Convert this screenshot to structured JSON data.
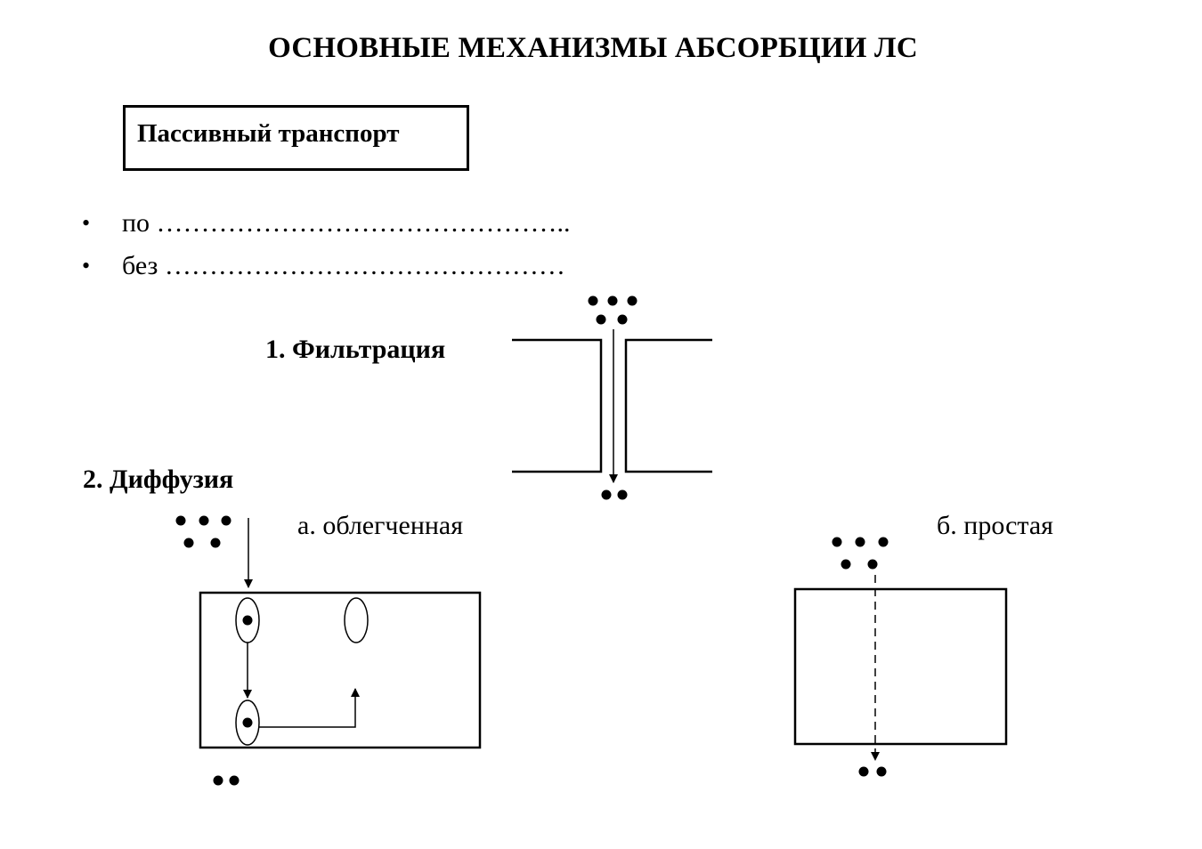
{
  "title": "ОСНОВНЫЕ МЕХАНИЗМЫ АБСОРБЦИИ ЛС",
  "passive_transport": {
    "label": "Пассивный транспорт"
  },
  "bullets": [
    {
      "marker": "•",
      "text": "по ……………………………………….."
    },
    {
      "marker": "•",
      "text": "без ………………………………………"
    }
  ],
  "filtration": {
    "label": "1. Фильтрация"
  },
  "diffusion": {
    "label": "2. Диффузия",
    "facilitated_label": "а. облегченная",
    "simple_label": "б. простая"
  },
  "colors": {
    "ink": "#000000",
    "background": "#ffffff"
  }
}
